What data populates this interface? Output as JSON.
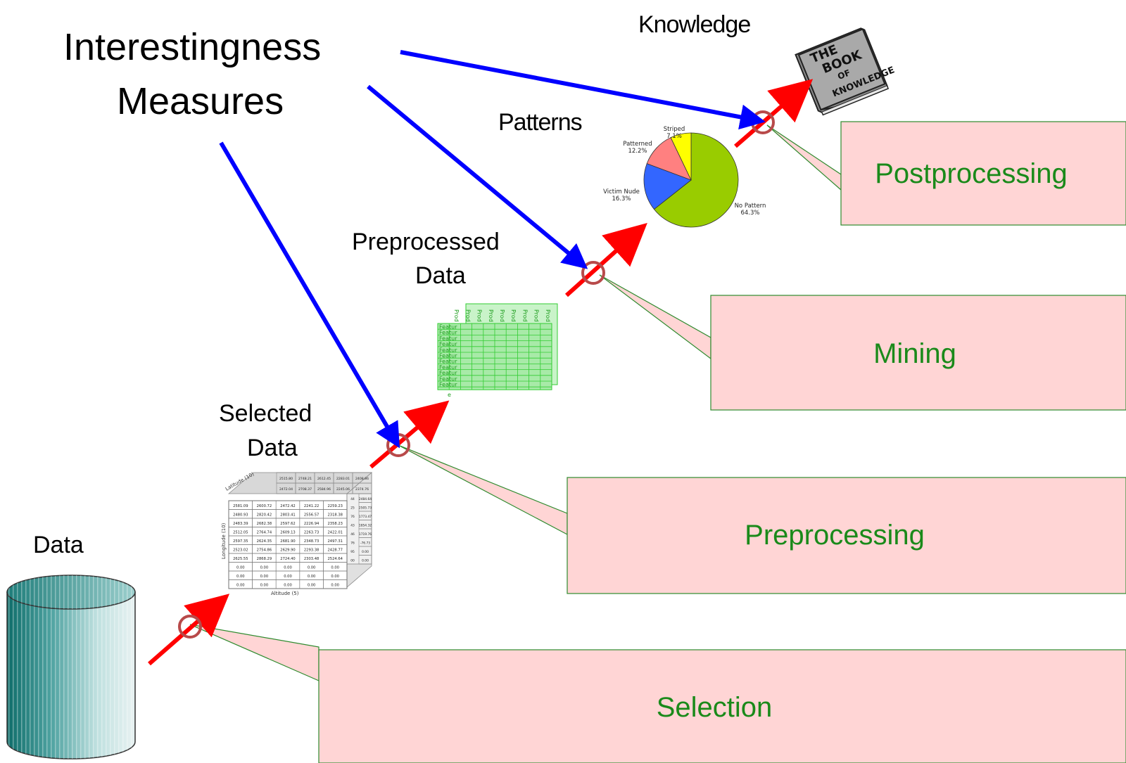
{
  "title": {
    "line1": "Interestingness",
    "line2": "Measures"
  },
  "stages": {
    "data": "Data",
    "selected_line1": "Selected",
    "selected_line2": "Data",
    "preprocessed_line1": "Preprocessed",
    "preprocessed_line2": "Data",
    "patterns": "Patterns",
    "knowledge": "Knowledge"
  },
  "callouts": {
    "selection": "Selection",
    "preprocessing": "Preprocessing",
    "mining": "Mining",
    "postprocessing": "Postprocessing"
  },
  "pie": {
    "slices": [
      {
        "label": "No Pattern",
        "percent": "64.3%",
        "value": 64.3,
        "color": "#99cc00"
      },
      {
        "label": "Victim Nude",
        "percent": "16.3%",
        "value": 16.3,
        "color": "#3366ff"
      },
      {
        "label": "Patterned",
        "percent": "12.2%",
        "value": 12.2,
        "color": "#ff8080"
      },
      {
        "label": "Striped",
        "percent": "7.1%",
        "value": 7.1,
        "color": "#ffff00"
      }
    ]
  },
  "cube": {
    "latitude_label": "Latitude (10)",
    "longitude_label": "Longitude (10)",
    "altitude_label": "Altitude (5)",
    "front_rows": [
      [
        "2581.09",
        "2600.72",
        "2472.42",
        "2241.22",
        "2259.23"
      ],
      [
        "2480.93",
        "2820.42",
        "2803.41",
        "2556.57",
        "2318.38"
      ],
      [
        "2483.39",
        "2682.38",
        "2597.62",
        "2226.94",
        "2358.23"
      ],
      [
        "2512.05",
        "2764.74",
        "2609.13",
        "2263.73",
        "2422.01"
      ],
      [
        "2597.35",
        "2624.35",
        "2681.90",
        "2348.73",
        "2497.31"
      ],
      [
        "2523.02",
        "2754.86",
        "2629.90",
        "2293.38",
        "2428.77"
      ],
      [
        "2625.55",
        "2868.29",
        "2724.40",
        "2303.48",
        "2524.64"
      ],
      [
        "0.00",
        "0.00",
        "0.00",
        "0.00",
        "0.00"
      ],
      [
        "0.00",
        "0.00",
        "0.00",
        "0.00",
        "0.00"
      ],
      [
        "0.00",
        "0.00",
        "0.00",
        "0.00",
        "0.00"
      ]
    ],
    "back_top_rows": [
      [
        "2515.80",
        "2748.21",
        "2612.45",
        "2283.01",
        "2408.86"
      ],
      [
        "2472.04",
        "2708.37",
        "2584.96",
        "2245.06",
        "2374.76"
      ]
    ],
    "side_values": [
      "2484.64",
      "2505.73",
      "1773.47",
      "1854.32",
      "1719.76",
      "-76.73",
      "0.00",
      "0.00"
    ],
    "side_left": [
      "44",
      "25",
      "76",
      "43",
      "46",
      "76",
      "95",
      "00"
    ]
  },
  "matrix": {
    "row_label": "Featur",
    "col_label": "Prod",
    "tail": "e"
  },
  "book": {
    "lines": [
      "THE",
      "BOOK",
      "OF",
      "KNOWLEDGE"
    ]
  },
  "colors": {
    "red_arrow": "#ff0000",
    "blue_arrow": "#0000ff",
    "callout_fill": "#ffd5d5",
    "callout_border": "#2e8b2e",
    "callout_text": "#1a8a1a",
    "matrix_green": "#33cc33",
    "cylinder_teal": "#2f8f8c"
  }
}
